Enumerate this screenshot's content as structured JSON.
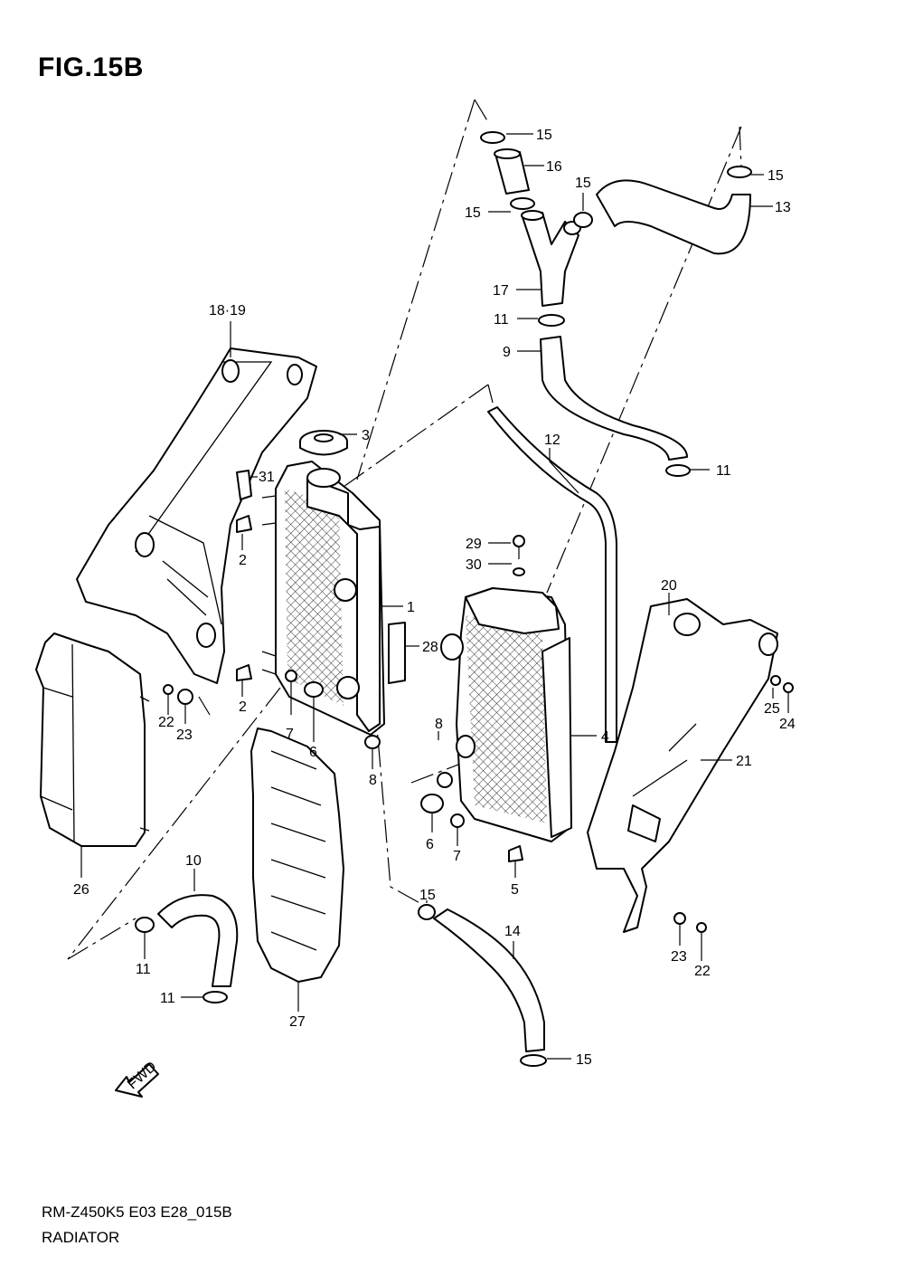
{
  "figure": {
    "title": "FIG.15B",
    "code": "RM-Z450K5 E03 E28_015B",
    "name": "RADIATOR",
    "fwd_label": "FWD"
  },
  "callouts": [
    {
      "id": "c15a",
      "text": "15"
    },
    {
      "id": "c16",
      "text": "16"
    },
    {
      "id": "c15b",
      "text": "15"
    },
    {
      "id": "c15c",
      "text": "15"
    },
    {
      "id": "c15d",
      "text": "15"
    },
    {
      "id": "c13",
      "text": "13"
    },
    {
      "id": "c17",
      "text": "17"
    },
    {
      "id": "c11a",
      "text": "11"
    },
    {
      "id": "c9",
      "text": "9"
    },
    {
      "id": "c11b",
      "text": "11"
    },
    {
      "id": "c12",
      "text": "12"
    },
    {
      "id": "c1819",
      "text": "18·19"
    },
    {
      "id": "c3",
      "text": "3"
    },
    {
      "id": "c31",
      "text": "31"
    },
    {
      "id": "c2a",
      "text": "2"
    },
    {
      "id": "c1",
      "text": "1"
    },
    {
      "id": "c28",
      "text": "28"
    },
    {
      "id": "c29",
      "text": "29"
    },
    {
      "id": "c30",
      "text": "30"
    },
    {
      "id": "c20",
      "text": "20"
    },
    {
      "id": "c2b",
      "text": "2"
    },
    {
      "id": "c22a",
      "text": "22"
    },
    {
      "id": "c23a",
      "text": "23"
    },
    {
      "id": "c7a",
      "text": "7"
    },
    {
      "id": "c6a",
      "text": "6"
    },
    {
      "id": "c8a",
      "text": "8"
    },
    {
      "id": "c8b",
      "text": "8"
    },
    {
      "id": "c4",
      "text": "4"
    },
    {
      "id": "c25",
      "text": "25"
    },
    {
      "id": "c24",
      "text": "24"
    },
    {
      "id": "c21",
      "text": "21"
    },
    {
      "id": "c26",
      "text": "26"
    },
    {
      "id": "c6b",
      "text": "6"
    },
    {
      "id": "c7b",
      "text": "7"
    },
    {
      "id": "c10",
      "text": "10"
    },
    {
      "id": "c15e",
      "text": "15"
    },
    {
      "id": "c5",
      "text": "5"
    },
    {
      "id": "c14",
      "text": "14"
    },
    {
      "id": "c11c",
      "text": "11"
    },
    {
      "id": "c11d",
      "text": "11"
    },
    {
      "id": "c27",
      "text": "27"
    },
    {
      "id": "c23b",
      "text": "23"
    },
    {
      "id": "c22b",
      "text": "22"
    },
    {
      "id": "c15f",
      "text": "15"
    }
  ]
}
